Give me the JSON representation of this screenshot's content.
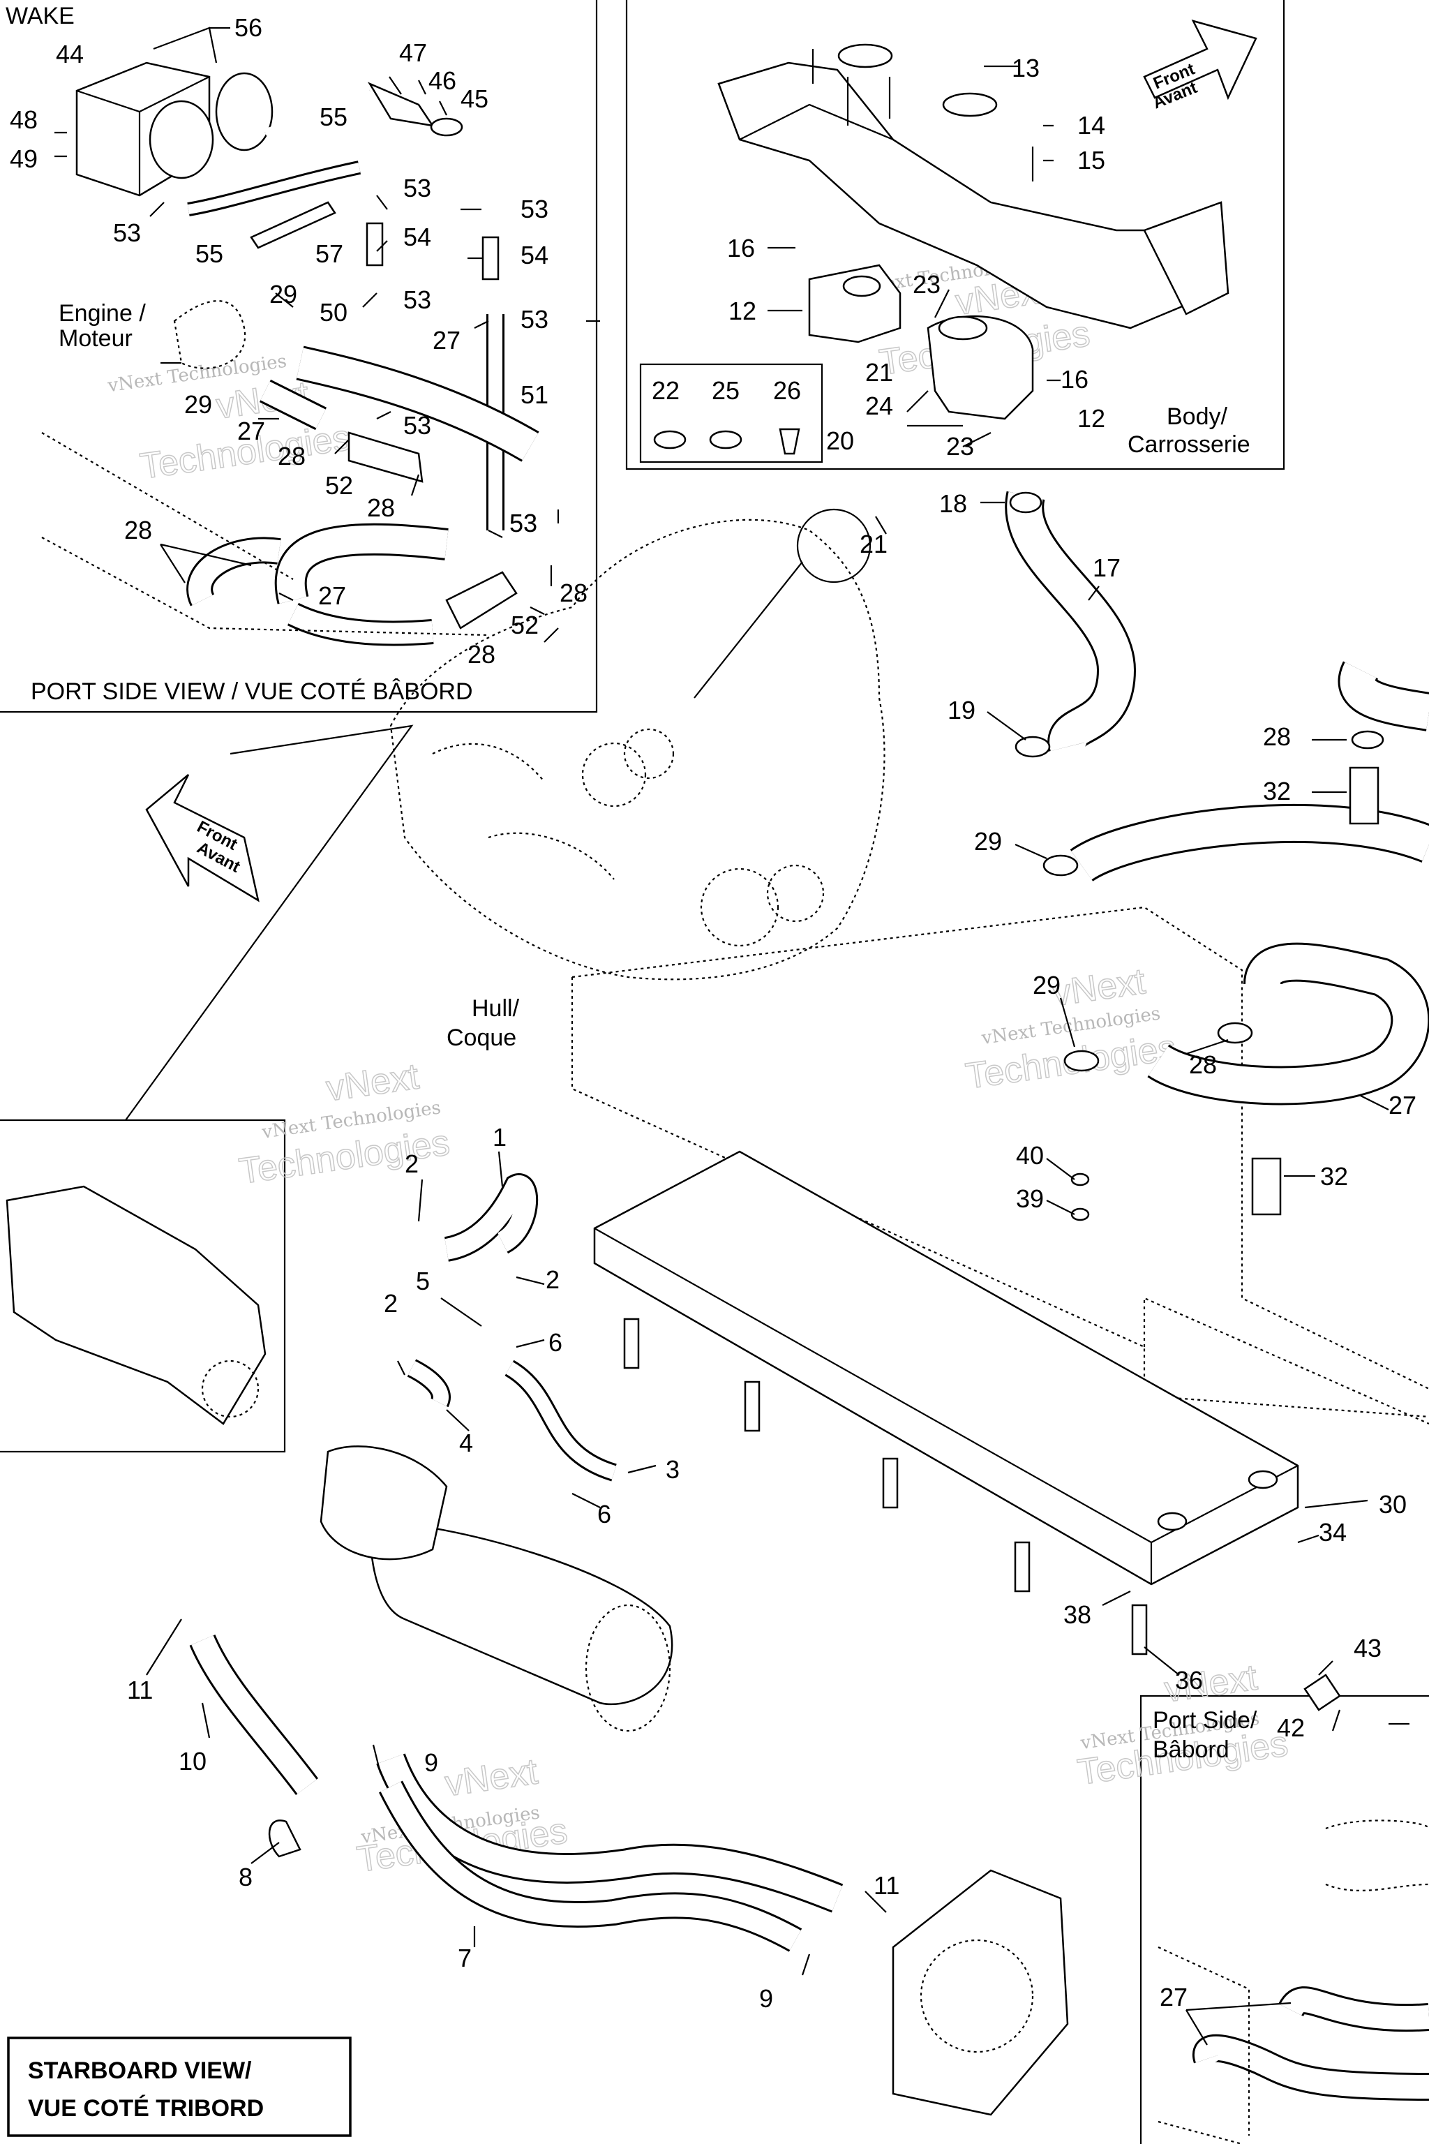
{
  "views": {
    "wake": "WAKE",
    "port_side_view": "PORT SIDE VIEW / VUE COTÉ BÂBORD",
    "starboard_view_line1": "STARBOARD VIEW/",
    "starboard_view_line2": "VUE COTÉ TRIBORD",
    "port_side_inset_line1": "Port Side/",
    "port_side_inset_line2": "Bâbord"
  },
  "annotations": {
    "engine_line1": "Engine /",
    "engine_line2": "Moteur",
    "body_line1": "Body/",
    "body_line2": "Carrosserie",
    "hull_line1": "Hull/",
    "hull_line2": "Coque",
    "front_line1": "Front",
    "front_line2": "Avant"
  },
  "watermark": {
    "line1": "vNext Technologies",
    "line2": "vNext",
    "line3": "Technologies"
  },
  "part_callouts": [
    {
      "id": "c56",
      "text": "56"
    },
    {
      "id": "c44",
      "text": "44"
    },
    {
      "id": "c47",
      "text": "47"
    },
    {
      "id": "c46",
      "text": "46"
    },
    {
      "id": "c45",
      "text": "45"
    },
    {
      "id": "c48",
      "text": "48"
    },
    {
      "id": "c49",
      "text": "49"
    },
    {
      "id": "c55a",
      "text": "55"
    },
    {
      "id": "c53a",
      "text": "53"
    },
    {
      "id": "c53b",
      "text": "53"
    },
    {
      "id": "c53c",
      "text": "53"
    },
    {
      "id": "c53d",
      "text": "53"
    },
    {
      "id": "c54a",
      "text": "54"
    },
    {
      "id": "c54b",
      "text": "54"
    },
    {
      "id": "c55b",
      "text": "55"
    },
    {
      "id": "c57",
      "text": "57"
    },
    {
      "id": "c53e",
      "text": "53"
    },
    {
      "id": "c53f",
      "text": "53"
    },
    {
      "id": "c29a",
      "text": "29"
    },
    {
      "id": "c50",
      "text": "50"
    },
    {
      "id": "c27a",
      "text": "27"
    },
    {
      "id": "c51",
      "text": "51"
    },
    {
      "id": "c29b",
      "text": "29"
    },
    {
      "id": "c27b",
      "text": "27"
    },
    {
      "id": "c53g",
      "text": "53"
    },
    {
      "id": "c28a",
      "text": "28"
    },
    {
      "id": "c52a",
      "text": "52"
    },
    {
      "id": "c28b",
      "text": "28"
    },
    {
      "id": "c28c",
      "text": "28"
    },
    {
      "id": "c53h",
      "text": "53"
    },
    {
      "id": "c27c",
      "text": "27"
    },
    {
      "id": "c28d",
      "text": "28"
    },
    {
      "id": "c52b",
      "text": "52"
    },
    {
      "id": "c28e",
      "text": "28"
    },
    {
      "id": "c13",
      "text": "13"
    },
    {
      "id": "c14",
      "text": "14"
    },
    {
      "id": "c15",
      "text": "15"
    },
    {
      "id": "c16a",
      "text": "16"
    },
    {
      "id": "c12a",
      "text": "12"
    },
    {
      "id": "c23a",
      "text": "23"
    },
    {
      "id": "c16b",
      "text": "16"
    },
    {
      "id": "c21a",
      "text": "21"
    },
    {
      "id": "c24",
      "text": "24"
    },
    {
      "id": "c12b",
      "text": "12"
    },
    {
      "id": "c20",
      "text": "20"
    },
    {
      "id": "c23b",
      "text": "23"
    },
    {
      "id": "c22",
      "text": "22"
    },
    {
      "id": "c25",
      "text": "25"
    },
    {
      "id": "c26",
      "text": "26"
    },
    {
      "id": "c18",
      "text": "18"
    },
    {
      "id": "c21b",
      "text": "21"
    },
    {
      "id": "c17",
      "text": "17"
    },
    {
      "id": "c19",
      "text": "19"
    },
    {
      "id": "c28f",
      "text": "28"
    },
    {
      "id": "c32a",
      "text": "32"
    },
    {
      "id": "c29c",
      "text": "29"
    },
    {
      "id": "c29d",
      "text": "29"
    },
    {
      "id": "c28g",
      "text": "28"
    },
    {
      "id": "c27d",
      "text": "27"
    },
    {
      "id": "c40",
      "text": "40"
    },
    {
      "id": "c32b",
      "text": "32"
    },
    {
      "id": "c39",
      "text": "39"
    },
    {
      "id": "c30",
      "text": "30"
    },
    {
      "id": "c34",
      "text": "34"
    },
    {
      "id": "c38",
      "text": "38"
    },
    {
      "id": "c36",
      "text": "36"
    },
    {
      "id": "c43",
      "text": "43"
    },
    {
      "id": "c42",
      "text": "42"
    },
    {
      "id": "c1",
      "text": "1"
    },
    {
      "id": "c2a",
      "text": "2"
    },
    {
      "id": "c2b",
      "text": "2"
    },
    {
      "id": "c5",
      "text": "5"
    },
    {
      "id": "c2c",
      "text": "2"
    },
    {
      "id": "c6a",
      "text": "6"
    },
    {
      "id": "c4",
      "text": "4"
    },
    {
      "id": "c3",
      "text": "3"
    },
    {
      "id": "c6b",
      "text": "6"
    },
    {
      "id": "c11a",
      "text": "11"
    },
    {
      "id": "c10",
      "text": "10"
    },
    {
      "id": "c9a",
      "text": "9"
    },
    {
      "id": "c8",
      "text": "8"
    },
    {
      "id": "c7",
      "text": "7"
    },
    {
      "id": "c11b",
      "text": "11"
    },
    {
      "id": "c9b",
      "text": "9"
    },
    {
      "id": "c27e",
      "text": "27"
    }
  ]
}
